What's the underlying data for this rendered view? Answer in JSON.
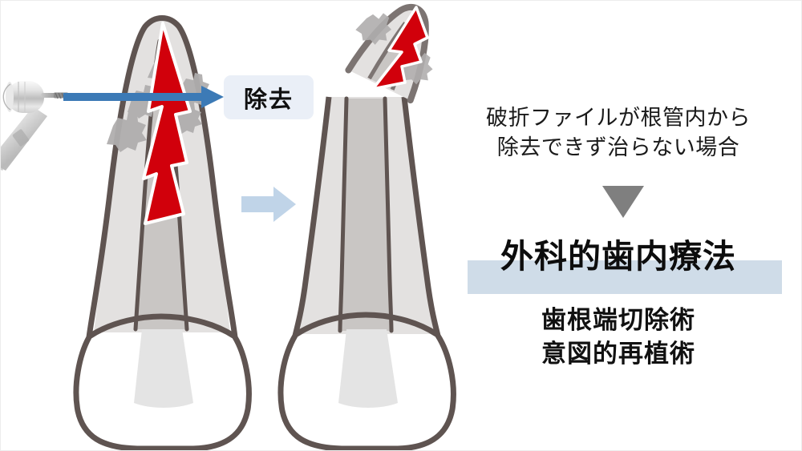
{
  "figure": {
    "title_semantic": "surgical-endodontics-flow-diagram",
    "background": "#ffffff"
  },
  "colors": {
    "tooth_outline": "#5f5451",
    "dentin_fill": "#e3e1e0",
    "canal_fill": "#c9c6c4",
    "crown_fill": "#ffffff",
    "pulp_chamber": "#e4e4e4",
    "lightning_red": "#d1000b",
    "debris_gray": "#b0aeae",
    "blue_arrow": "#3c7ab6",
    "step_arrow": "#c0d4e8",
    "label_box_bg": "#eaeff7",
    "headline_band": "#cfdce8",
    "triangle_gray": "#7f7f7f",
    "text_black": "#111111",
    "handpiece_metal": "#d8d8d8"
  },
  "labels": {
    "remove_box": "除去"
  },
  "caption": {
    "line1": "破折ファイルが根管内から",
    "line2": "除去できず治らない場合"
  },
  "headline": {
    "text": "外科的歯内療法"
  },
  "procedures": {
    "line1": "歯根端切除術",
    "line2": "意図的再植術"
  },
  "icons": {
    "handpiece": "dental-handpiece-icon",
    "bur": "dental-bur-icon",
    "blue_arrow": "right-arrow-icon",
    "step_arrow": "step-right-arrow-icon",
    "down_triangle": "down-triangle-icon",
    "lightning": "lightning-bolt-icon",
    "debris": "debris-burst-icon",
    "tooth_intact": "tooth-with-fractured-file-icon",
    "tooth_resected": "tooth-apicoectomy-icon",
    "severed_apex": "severed-root-apex-icon"
  },
  "diagram": {
    "step1_name": "intact-root-with-fractured-file",
    "step2_name": "root-apex-resected"
  }
}
